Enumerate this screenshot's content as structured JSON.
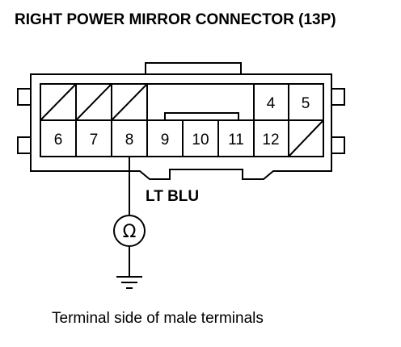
{
  "title": "RIGHT POWER MIRROR CONNECTOR (13P)",
  "connector": {
    "top_row_terminals": [
      "4",
      "5"
    ],
    "bottom_row_terminals": [
      "6",
      "7",
      "8",
      "9",
      "10",
      "11",
      "12"
    ],
    "probed_terminal": "8",
    "wire_color": "LT BLU"
  },
  "meter": {
    "symbol": "Ω",
    "icon": "ohmmeter-icon"
  },
  "ground_icon": "ground-icon",
  "caption": "Terminal side of male terminals"
}
